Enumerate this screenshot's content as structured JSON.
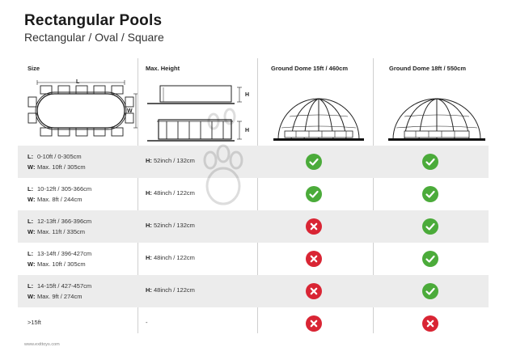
{
  "title": "Rectangular Pools",
  "subtitle": "Rectangular / Oval / Square",
  "columns": {
    "size": "Size",
    "max_height": "Max. Height",
    "dome15": "Ground Dome 15ft / 460cm",
    "dome18": "Ground Dome 18ft / 550cm"
  },
  "diagram_labels": {
    "length": "L",
    "width": "W",
    "height": "H"
  },
  "rows": [
    {
      "l_label": "L:",
      "l_value": "0-10ft / 0-305cm",
      "w_label": "W:",
      "w_value": "Max. 10ft / 305cm",
      "h_label": "H:",
      "h_value": "52inch / 132cm",
      "dome15": "check",
      "dome18": "check"
    },
    {
      "l_label": "L:",
      "l_value": "10-12ft / 305-366cm",
      "w_label": "W:",
      "w_value": "Max. 8ft / 244cm",
      "h_label": "H:",
      "h_value": "48inch / 122cm",
      "dome15": "check",
      "dome18": "check"
    },
    {
      "l_label": "L:",
      "l_value": "12-13ft / 366-396cm",
      "w_label": "W:",
      "w_value": "Max. 11ft / 335cm",
      "h_label": "H:",
      "h_value": "52inch / 132cm",
      "dome15": "cross",
      "dome18": "check"
    },
    {
      "l_label": "L:",
      "l_value": "13-14ft / 396-427cm",
      "w_label": "W:",
      "w_value": "Max. 10ft / 305cm",
      "h_label": "H:",
      "h_value": "48inch / 122cm",
      "dome15": "cross",
      "dome18": "check"
    },
    {
      "l_label": "L:",
      "l_value": "14-15ft / 427-457cm",
      "w_label": "W:",
      "w_value": "Max. 9ft / 274cm",
      "h_label": "H:",
      "h_value": "48inch / 122cm",
      "dome15": "cross",
      "dome18": "check"
    },
    {
      "single": ">15ft",
      "h_single": "-",
      "dome15": "cross",
      "dome18": "cross"
    }
  ],
  "footer": "www.exittoys.com",
  "colors": {
    "check": "#4bab3a",
    "cross": "#d92534",
    "row_shade": "#ececec",
    "divider": "#cfcfcf"
  },
  "icons": {
    "check": "check-icon",
    "cross": "cross-icon",
    "watermark": "paw-icon"
  }
}
